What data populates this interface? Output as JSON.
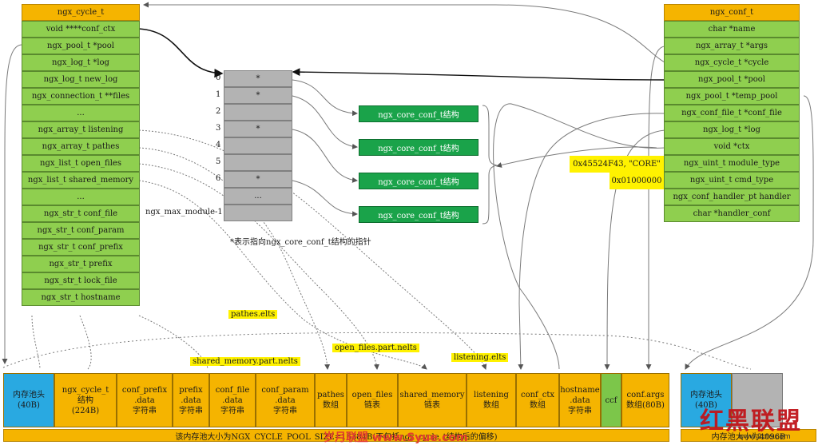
{
  "cycle": {
    "title": "ngx_cycle_t",
    "fields": [
      "void ****conf_ctx",
      "ngx_pool_t *pool",
      "ngx_log_t *log",
      "ngx_log_t new_log",
      "ngx_connection_t **files",
      "...",
      "ngx_array_t listening",
      "ngx_array_t pathes",
      "ngx_list_t open_files",
      "ngx_list_t shared_memory",
      "...",
      "ngx_str_t conf_file",
      "ngx_str_t conf_param",
      "ngx_str_t conf_prefix",
      "ngx_str_t prefix",
      "ngx_str_t lock_file",
      "ngx_str_t hostname"
    ]
  },
  "conf": {
    "title": "ngx_conf_t",
    "fields": [
      "char *name",
      "ngx_array_t *args",
      "ngx_cycle_t *cycle",
      "ngx_pool_t *pool",
      "ngx_pool_t *temp_pool",
      "ngx_conf_file_t *conf_file",
      "ngx_log_t *log",
      "void *ctx",
      "ngx_uint_t module_type",
      "ngx_uint_t cmd_type",
      "ngx_conf_handler_pt handler",
      "char *handler_conf"
    ],
    "module_type_value": "0x45524F43, \"CORE\"",
    "cmd_type_value": "0x01000000"
  },
  "ctx_array": {
    "indices": [
      "0",
      "1",
      "2",
      "3",
      "4",
      "5",
      "6",
      "",
      "ngx_max_module-1"
    ],
    "cells": [
      "*",
      "*",
      "",
      "*",
      "",
      "",
      "*",
      "...",
      ""
    ],
    "note": "*表示指向ngx_core_conf_t结构的指针"
  },
  "core_conf_label": "ngx_core_conf_t结构",
  "labels": {
    "pathes": "pathes.elts",
    "open_files": "open_files.part.nelts",
    "shared_memory": "shared_memory.part.nelts",
    "listening": "listening.elts"
  },
  "pool": {
    "boxes": [
      "内存池头\n(40B)",
      "ngx_cycle_t\n结构\n(224B)",
      "conf_prefix\n.data\n字符串",
      "prefix\n.data\n字符串",
      "conf_file\n.data\n字符串",
      "conf_param\n.data\n字符串",
      "pathes\n数组",
      "open_files\n链表",
      "shared_memory\n链表",
      "listening\n数组",
      "conf_ctx\n数组",
      "hostname\n.data\n字符串",
      "ccf",
      "conf.args\n数组(80B)"
    ],
    "caption": "该内存池大小为NGX_CYCLE_POOL_SIZE=16384B(不包括ngx_cycle_t结构后的偏移)"
  },
  "temp_pool": {
    "head": "内存池头\n(40B)",
    "caption": "内存池大小为4096B"
  },
  "watermark": {
    "text": "红黑联盟",
    "url": "www.2cto.com",
    "center": "岁月联盟 www.Syue.com"
  },
  "colors": {
    "struct": "#8fcf4f",
    "title": "#f5b400",
    "core": "#1aa34a",
    "highlight": "#fff200",
    "head": "#29a9e1",
    "array": "#b3b3b3"
  }
}
